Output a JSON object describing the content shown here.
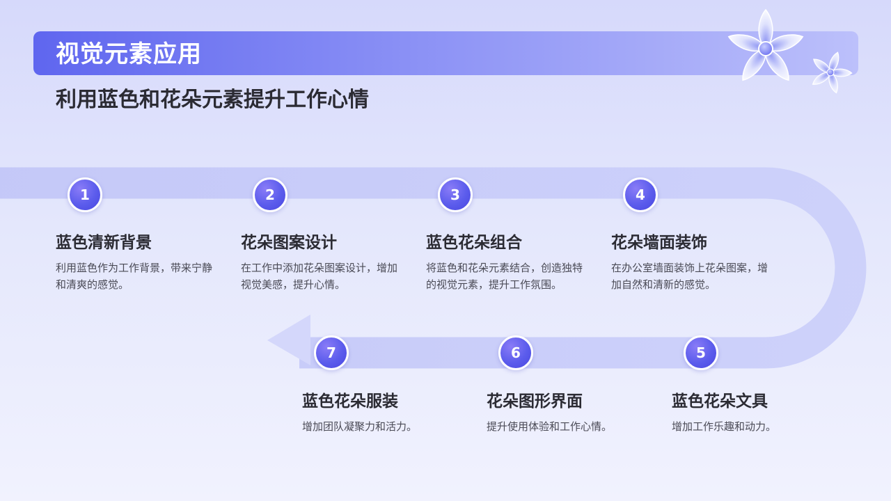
{
  "header": {
    "title": "视觉元素应用",
    "subtitle": "利用蓝色和花朵元素提升工作心情"
  },
  "colors": {
    "accent": "#5f66ef",
    "track": "#c8cbf9",
    "text_dark": "#2b2b33",
    "text_body": "#4a4a55"
  },
  "steps": [
    {
      "number": "1",
      "title": "蓝色清新背景",
      "desc": "利用蓝色作为工作背景，带来宁静和清爽的感觉。"
    },
    {
      "number": "2",
      "title": "花朵图案设计",
      "desc": "在工作中添加花朵图案设计，增加视觉美感，提升心情。"
    },
    {
      "number": "3",
      "title": "蓝色花朵组合",
      "desc": "将蓝色和花朵元素结合，创造独特的视觉元素，提升工作氛围。"
    },
    {
      "number": "4",
      "title": "花朵墙面装饰",
      "desc": "在办公室墙面装饰上花朵图案，增加自然和清新的感觉。"
    },
    {
      "number": "5",
      "title": "蓝色花朵文具",
      "desc": "增加工作乐趣和动力。"
    },
    {
      "number": "6",
      "title": "花朵图形界面",
      "desc": "提升使用体验和工作心情。"
    },
    {
      "number": "7",
      "title": "蓝色花朵服装",
      "desc": "增加团队凝聚力和活力。"
    }
  ],
  "decorations": {
    "icon": "flower-icon"
  }
}
